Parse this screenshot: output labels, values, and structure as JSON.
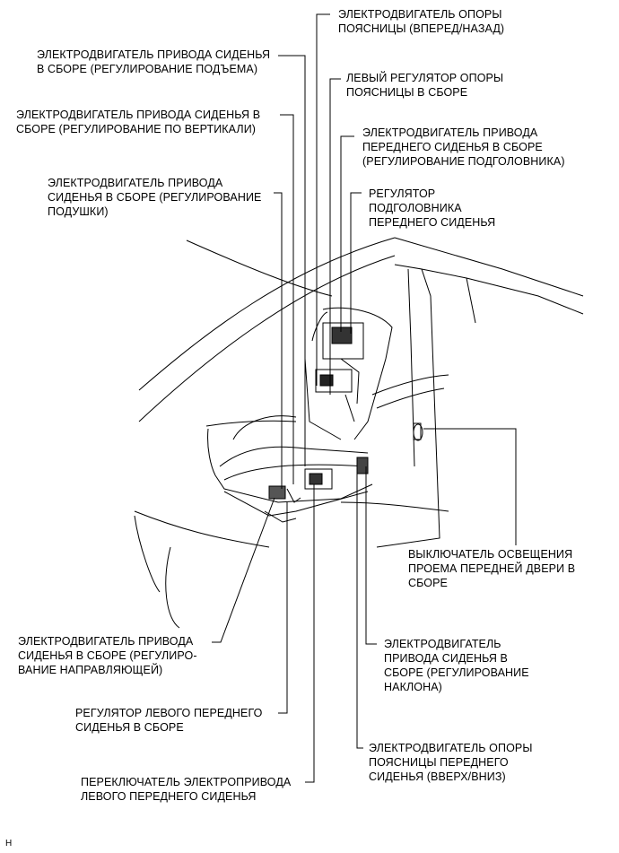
{
  "labels": {
    "lumbar_fb_motor": "ЭЛЕКТРОДВИГАТЕЛЬ ОПОРЫ\nПОЯСНИЦЫ (ВПЕРЕД/НАЗАД)",
    "lift_motor": "ЭЛЕКТРОДВИГАТЕЛЬ ПРИВОДА СИДЕНЬЯ\nВ СБОРЕ (РЕГУЛИРОВАНИЕ ПОДЪЕМА)",
    "left_lumbar_adjuster": "ЛЕВЫЙ РЕГУЛЯТОР ОПОРЫ\nПОЯСНИЦЫ В СБОРЕ",
    "vertical_motor": "ЭЛЕКТРОДВИГАТЕЛЬ ПРИВОДА СИДЕНЬЯ В\nСБОРЕ (РЕГУЛИРОВАНИЕ ПО ВЕРТИКАЛИ)",
    "headrest_motor": "ЭЛЕКТРОДВИГАТЕЛЬ ПРИВОДА\nПЕРЕДНЕГО СИДЕНЬЯ В СБОРЕ\n(РЕГУЛИРОВАНИЕ ПОДГОЛОВНИКА)",
    "cushion_motor": "ЭЛЕКТРОДВИГАТЕЛЬ ПРИВОДА\nСИДЕНЬЯ В СБОРЕ (РЕГУЛИРОВАНИЕ\nПОДУШКИ)",
    "headrest_adjuster": "РЕГУЛЯТОР\nПОДГОЛОВНИКА\nПЕРЕДНЕГО СИДЕНЬЯ",
    "door_courtesy_switch": "ВЫКЛЮЧАТЕЛЬ ОСВЕЩЕНИЯ\nПРОЕМА ПЕРЕДНЕЙ ДВЕРИ В\nСБОРЕ",
    "slide_motor": "ЭЛЕКТРОДВИГАТЕЛЬ ПРИВОДА\nСИДЕНЬЯ В СБОРЕ (РЕГУЛИРО-\nВАНИЕ НАПРАВЛЯЮЩЕЙ)",
    "recline_motor": "ЭЛЕКТРОДВИГАТЕЛЬ\nПРИВОДА СИДЕНЬЯ В\nСБОРЕ (РЕГУЛИРОВАНИЕ\nНАКЛОНА)",
    "left_front_seat_adjuster": "РЕГУЛЯТОР ЛЕВОГО ПЕРЕДНЕГО\nСИДЕНЬЯ В СБОРЕ",
    "lumbar_ud_motor": "ЭЛЕКТРОДВИГАТЕЛЬ ОПОРЫ\nПОЯСНИЦЫ ПЕРЕДНЕГО\nСИДЕНЬЯ (ВВЕРХ/ВНИЗ)",
    "power_seat_switch": "ПЕРЕКЛЮЧАТЕЛЬ ЭЛЕКТРОПРИВОДА\nЛЕВОГО ПЕРЕДНЕГО СИДЕНЬЯ"
  },
  "figure_code": "H"
}
